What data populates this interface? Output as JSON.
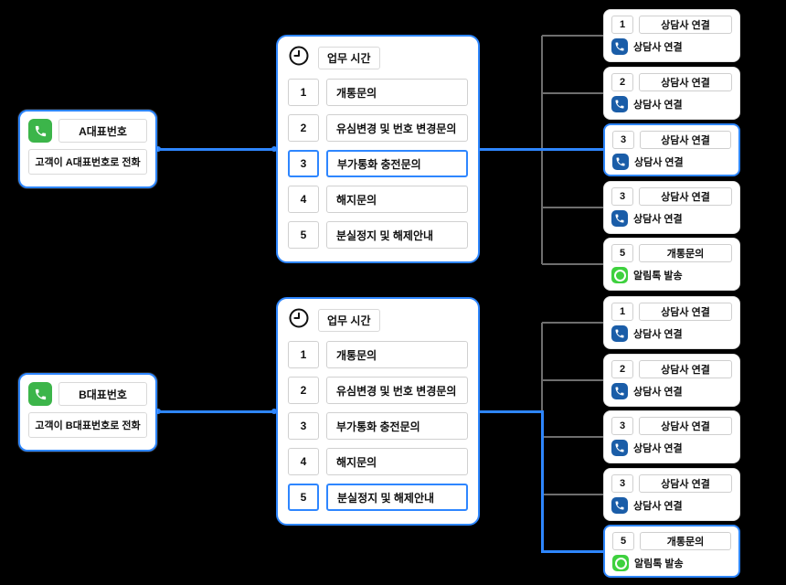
{
  "colors": {
    "background": "#000000",
    "accent_blue": "#2e86ff",
    "line_gray": "#6e6e6e",
    "entry_phone_green": "#3cb54a",
    "agent_phone_blue": "#1a5da8",
    "kakao_green": "#3ed13e"
  },
  "flows": [
    {
      "name": "A",
      "entry": {
        "title": "A대표번호",
        "subtitle": "고객이 A대표번호로 전화"
      },
      "menu": {
        "header": "업무 시간",
        "items": [
          {
            "num": "1",
            "label": "개통문의",
            "selected": false
          },
          {
            "num": "2",
            "label": "유심변경 및 번호 변경문의",
            "selected": false
          },
          {
            "num": "3",
            "label": "부가통화 충전문의",
            "selected": true
          },
          {
            "num": "4",
            "label": "해지문의",
            "selected": false
          },
          {
            "num": "5",
            "label": "분실정지 및 해제안내",
            "selected": false
          }
        ]
      },
      "outcomes": [
        {
          "num": "1",
          "label": "상담사 연결",
          "action": "상담사 연결",
          "icon": "phone",
          "selected": false
        },
        {
          "num": "2",
          "label": "상담사 연결",
          "action": "상담사 연결",
          "icon": "phone",
          "selected": false
        },
        {
          "num": "3",
          "label": "상담사 연결",
          "action": "상담사 연결",
          "icon": "phone",
          "selected": true
        },
        {
          "num": "3",
          "label": "상담사 연결",
          "action": "상담사 연결",
          "icon": "phone",
          "selected": false
        },
        {
          "num": "5",
          "label": "개통문의",
          "action": "알림톡 발송",
          "icon": "kakao",
          "selected": false
        }
      ]
    },
    {
      "name": "B",
      "entry": {
        "title": "B대표번호",
        "subtitle": "고객이 B대표번호로 전화"
      },
      "menu": {
        "header": "업무 시간",
        "items": [
          {
            "num": "1",
            "label": "개통문의",
            "selected": false
          },
          {
            "num": "2",
            "label": "유심변경 및 번호 변경문의",
            "selected": false
          },
          {
            "num": "3",
            "label": "부가통화 충전문의",
            "selected": false
          },
          {
            "num": "4",
            "label": "해지문의",
            "selected": false
          },
          {
            "num": "5",
            "label": "분실정지 및 해제안내",
            "selected": true
          }
        ]
      },
      "outcomes": [
        {
          "num": "1",
          "label": "상담사 연결",
          "action": "상담사 연결",
          "icon": "phone",
          "selected": false
        },
        {
          "num": "2",
          "label": "상담사 연결",
          "action": "상담사 연결",
          "icon": "phone",
          "selected": false
        },
        {
          "num": "3",
          "label": "상담사 연결",
          "action": "상담사 연결",
          "icon": "phone",
          "selected": false
        },
        {
          "num": "3",
          "label": "상담사 연결",
          "action": "상담사 연결",
          "icon": "phone",
          "selected": false
        },
        {
          "num": "5",
          "label": "개통문의",
          "action": "알림톡 발송",
          "icon": "kakao",
          "selected": true
        }
      ]
    }
  ]
}
